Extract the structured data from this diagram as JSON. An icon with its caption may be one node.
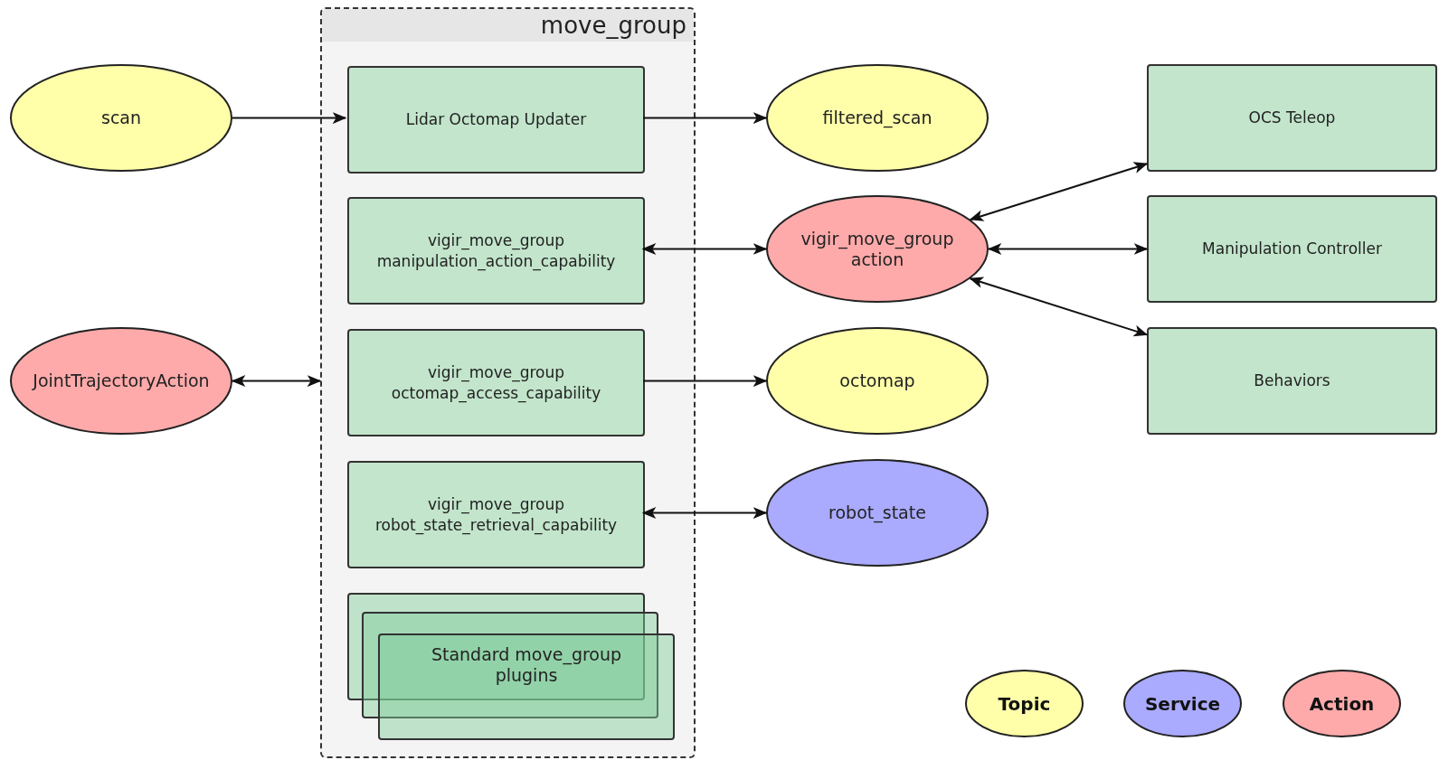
{
  "diagram": {
    "nodes": [
      {
        "text": [
          "move_group"
        ]
      },
      {
        "text": [
          "scan"
        ]
      },
      {
        "text": [
          "Lidar Octomap Updater"
        ],
        "in": 0
      },
      {
        "text": [
          "vigir_move_group manipulation_action_capability"
        ],
        "in": 0
      },
      {
        "text": [
          "vigir_move_group octomap_access_capability"
        ],
        "in": 0
      },
      {
        "text": [
          "vigir_move_group robot_state_retrieval_capability"
        ],
        "in": 0
      },
      {
        "text": [
          "Standard move_group plugins"
        ],
        "in": 0
      },
      {
        "text": [
          "JointTrajectoryAction"
        ]
      },
      {
        "text": [
          "filtered_scan"
        ]
      },
      {
        "text": [
          "vigir_move_group action"
        ]
      },
      {
        "text": [
          "octomap"
        ]
      },
      {
        "text": [
          "robot_state"
        ]
      },
      {
        "text": [
          "OCS Teleop"
        ]
      },
      {
        "text": [
          "Manipulation Controller"
        ]
      },
      {
        "text": [
          "Behaviors"
        ]
      }
    ],
    "edges": [
      {
        "from": 1,
        "to": 2,
        "arrow": "to"
      },
      {
        "from": 2,
        "to": 8,
        "arrow": "to"
      },
      {
        "from": 3,
        "to": 9,
        "arrow": "both"
      },
      {
        "from": 7,
        "to": 0,
        "arrow": "both"
      },
      {
        "from": 4,
        "to": 10,
        "arrow": "to"
      },
      {
        "from": 5,
        "to": 11,
        "arrow": "both"
      },
      {
        "from": 9,
        "to": 12,
        "arrow": "both"
      },
      {
        "from": 9,
        "to": 13,
        "arrow": "both"
      },
      {
        "from": 9,
        "to": 14,
        "arrow": "both"
      }
    ],
    "legend": [
      {
        "text": "Topic",
        "color": "#ffffaa"
      },
      {
        "text": "Service",
        "color": "#aaaaff"
      },
      {
        "text": "Action",
        "color": "#ffaaaa"
      }
    ]
  }
}
